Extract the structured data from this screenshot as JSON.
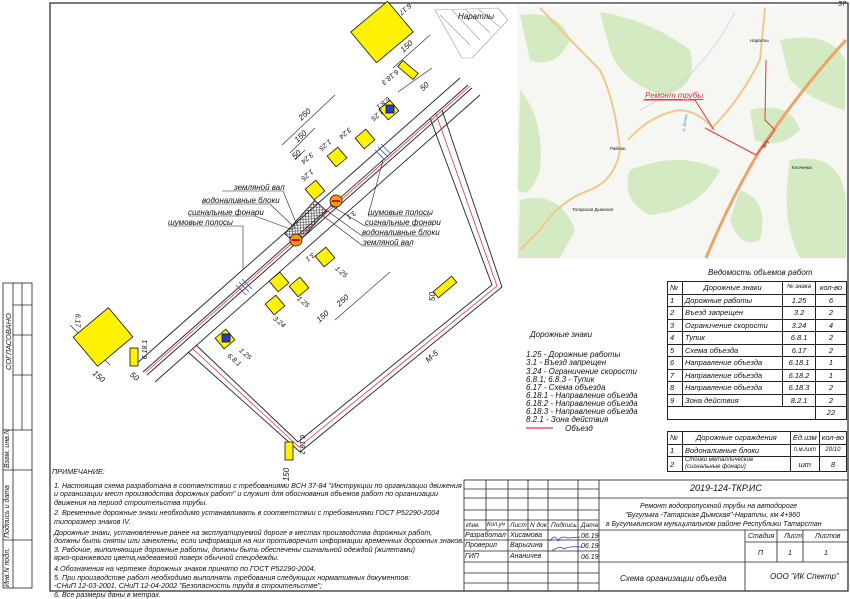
{
  "sheet_number": "37",
  "map": {
    "callout": "Ремонт трубы",
    "places": [
      "Нарaтлы",
      "Райлан",
      "Татарская Дымская",
      "Клоченка"
    ],
    "road_label": "М-5",
    "river_label": "р. Дымка"
  },
  "drawing": {
    "village": "Нарaтлы",
    "road_label": "М-5",
    "left_labels": [
      "земляной вал",
      "водоналивные блоки",
      "сигнальные фонари",
      "шумовые полосы"
    ],
    "right_labels": [
      "шумовые полосы",
      "сигнальные фонари",
      "водоналивные блоки",
      "земляной вал"
    ],
    "dims": [
      "250",
      "150",
      "50",
      "150",
      "50",
      "150",
      "250",
      "150",
      "50",
      "150",
      "50",
      "150"
    ],
    "sign_codes": [
      "6.17",
      "6.18.3",
      "6.8.1",
      "1.25",
      "3.24",
      "1.25",
      "3.24",
      "1.25",
      "3.1",
      "3.1",
      "1.25",
      "1.25",
      "3.24",
      "1.25",
      "6.8.1",
      "6.18.1",
      "6.17",
      "6.18.2"
    ]
  },
  "legend": {
    "title": "Дорожные знаки",
    "items": [
      "1.25 - Дорожные работы",
      "3.1 - Въезд запрещен",
      "3.24 - Ограничение скорости",
      "6.8.1;  6.8.3 - Тупик",
      "6.17  - Схема объезда",
      "6.18.1  - Направление объезда",
      "6.18.2  - Направление объезда",
      "6.18.3  - Направление объезда",
      "8.2.1  - Зона действия"
    ],
    "detour_label": "Объезд",
    "detour_color": "#e8323c"
  },
  "volumes": {
    "title": "Ведомость объемов работ",
    "headers": [
      "№",
      "Дорожные знаки",
      "№ знака",
      "кол-во"
    ],
    "rows": [
      [
        "1",
        "Дорожные работы",
        "1.25",
        "6"
      ],
      [
        "2",
        "Въезд запрещен",
        "3.2",
        "2"
      ],
      [
        "3",
        "Ограничение скорости",
        "3.24",
        "4"
      ],
      [
        "4",
        "Тупик",
        "6.8.1",
        "2"
      ],
      [
        "5",
        "Схема объезда",
        "6.17",
        "2"
      ],
      [
        "6",
        "Направление объезда",
        "6.18.1",
        "1"
      ],
      [
        "7",
        "Направление объезда",
        "6.18.2",
        "1"
      ],
      [
        "8",
        "Направление объезда",
        "6.18.3",
        "2"
      ],
      [
        "9",
        "Зона действия",
        "8.2.1",
        "2"
      ]
    ],
    "total": "22"
  },
  "barriers": {
    "headers": [
      "№",
      "Дорожные ограждения",
      "Ед.изм",
      "кол-во"
    ],
    "rows": [
      [
        "1",
        "Водоналивные блоки",
        "п.м./шт",
        "20/10"
      ],
      [
        "2",
        "Стойки металлические (сигнальные фонари)",
        "шт",
        "8"
      ]
    ]
  },
  "notes": {
    "title": "ПРИМЕЧАНИЕ:",
    "lines": [
      "1. Настоящая схема разработана в соответствии с требованиями ВСН 37-84 \"Инструкции по организации  движения",
      "и организации мест производства дорожных работ\" и служит для обоснования объемов работ по организации",
      "движения на период строительства трубы.",
      "2. Временные дорожные знаки необходимо устанавливать в соответствии с требованиями ГОСТ Р52290-2004",
      "типоразмер знаков IV.",
      "Дорожные знаки, установленные ранее на эксплуатируемой дороге в местах производства дорожных работ,",
      "должны быть сняты или зачехлены, если информация на них противоречит информации временных дорожных  знаков.",
      "3. Рабочие, выполняющие дорожные работы, должны быть обеспечены сигнальной одеждой (жилетами)",
      "ярко-оранжевого цвета,надеваемой поверх обычной спецодежды.",
      "4.Обозначения на чертеже дорожных знаков принято по ГОСТ Р52290-2004.",
      "5. При производстве работ необходимо выполнять требования следующих нормативных документов:",
      "-СНиП 12-03-2001, СНиП 12-04-2002 \"Безопасность труда в строительстве\";",
      "6. Все размеры даны в метрах."
    ]
  },
  "stamp": {
    "agreed": "СОГЛАСОВАНО",
    "side": [
      "Взам. инв.N",
      "Подпись и дата",
      "Инв.N подл."
    ]
  },
  "title_block": {
    "code": "2019-124-ТКР.ИС",
    "project": [
      "Ремонт водопропускной трубы на автодороге",
      "\"Бугульма -Татарская Дымская\"-Наратлы, км 4+960",
      "в Бугульминском муниципальном районе Республики Татарстан"
    ],
    "headers": [
      "Изм.",
      "Кол.уч",
      "Лист",
      "N док",
      "Подпись",
      "Дата"
    ],
    "people": [
      {
        "role": "Разработал",
        "name": "Хисамова",
        "date": "06.19"
      },
      {
        "role": "Проверил",
        "name": "Варыгина",
        "date": "06.19"
      },
      {
        "role": "ГИП",
        "name": "Ананичев",
        "date": "06.19"
      }
    ],
    "stage_label": "Стадия",
    "sheet_label": "Лист",
    "sheets_label": "Листов",
    "stage": "П",
    "sheet": "1",
    "sheets": "1",
    "drawing_name": "Схема организации объезда",
    "company": "ООО \"ИК Спектр\""
  }
}
